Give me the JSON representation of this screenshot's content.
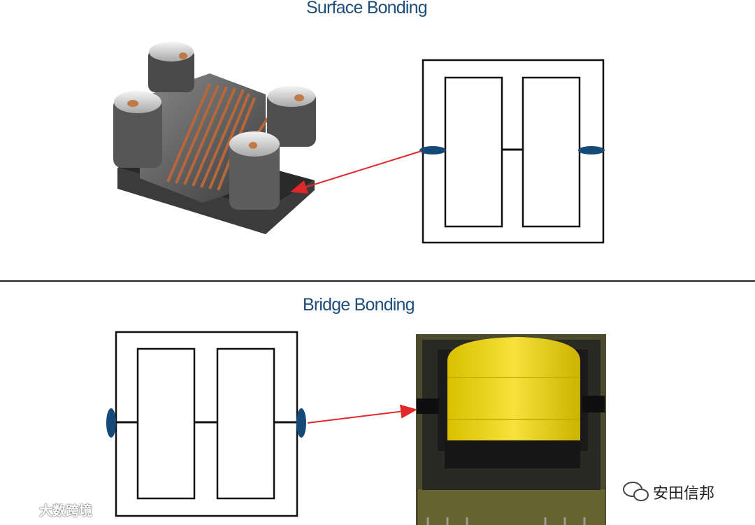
{
  "sections": {
    "top": {
      "title": "Surface Bonding"
    },
    "bottom": {
      "title": "Bridge Bonding"
    }
  },
  "watermarks": {
    "left": "大数跨境",
    "right": "安田信邦"
  },
  "colors": {
    "title": "#1f4e79",
    "arrow": "#e0282a",
    "bond_dot": "#154a78",
    "tape": "#f2dc1e"
  },
  "icons": [
    "surface-mount-inductor-illustration",
    "transformer-photo",
    "wechat-icon"
  ]
}
